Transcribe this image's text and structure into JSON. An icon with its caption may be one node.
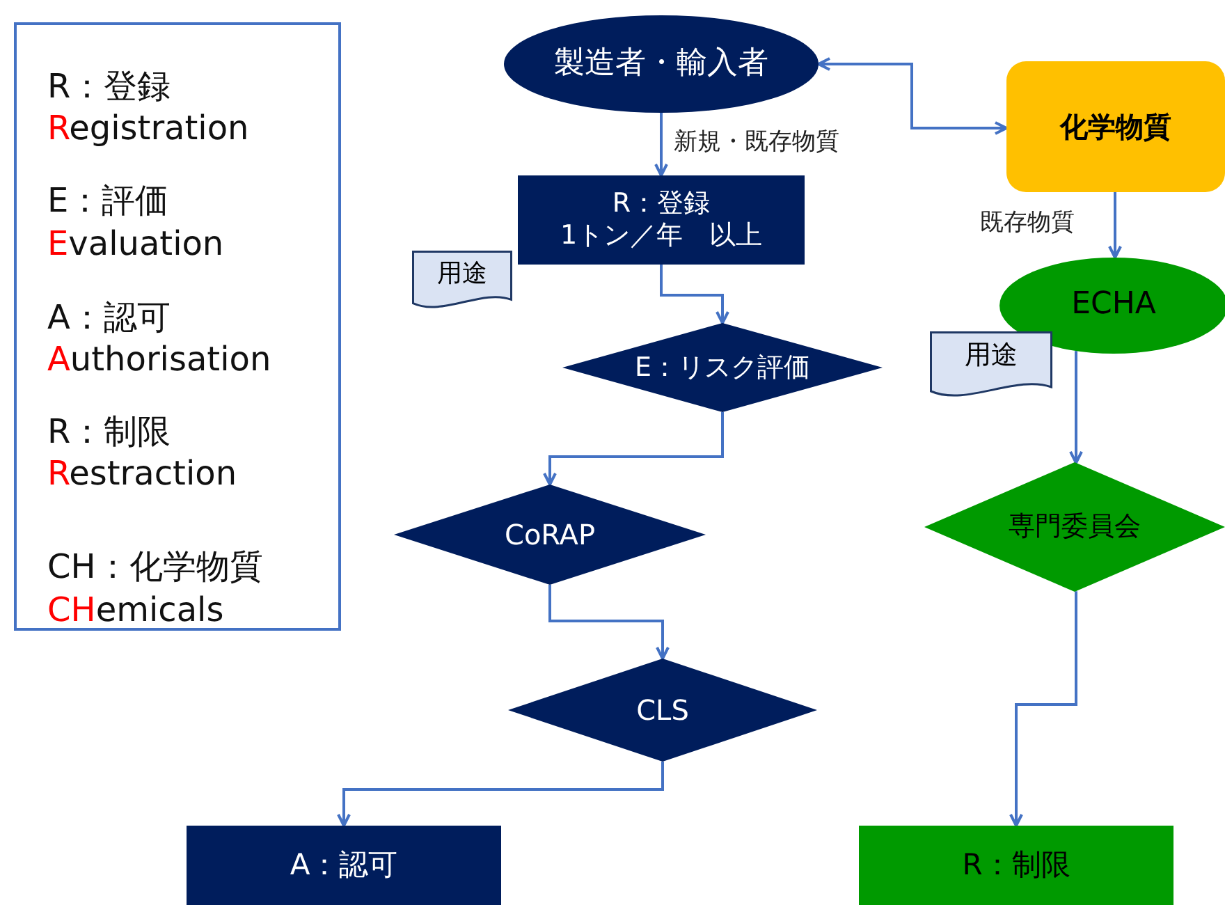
{
  "diagram": {
    "nodes": [
      {
        "text": [
          "R：登録",
          "Registration",
          "E：評価",
          "Evaluation",
          "A：認可",
          "Authorisation",
          "R：制限",
          "Restraction",
          "CH：化学物質",
          "CHemicals"
        ]
      },
      {
        "text": [
          "製造者・輸入者"
        ]
      },
      {
        "text": [
          "化学物質"
        ]
      },
      {
        "text": [
          "R：登録",
          "1トン／年　以上"
        ]
      },
      {
        "text": [
          "用途"
        ]
      },
      {
        "text": [
          "E：リスク評価"
        ]
      },
      {
        "text": [
          "ECHA"
        ]
      },
      {
        "text": [
          "用途"
        ]
      },
      {
        "text": [
          "CoRAP"
        ]
      },
      {
        "text": [
          "専門委員会"
        ]
      },
      {
        "text": [
          "CLS"
        ]
      },
      {
        "text": [
          "A：認可"
        ]
      },
      {
        "text": [
          "R：制限"
        ]
      }
    ],
    "edges": [
      {
        "from": 1,
        "to": 3,
        "arrow": "to",
        "label": "新規・既存物質"
      },
      {
        "from": 1,
        "to": 2,
        "arrow": "both"
      },
      {
        "from": 2,
        "to": 6,
        "arrow": "to",
        "label": "既存物質"
      },
      {
        "from": 3,
        "to": 5,
        "arrow": "to"
      },
      {
        "from": 5,
        "to": 8,
        "arrow": "to"
      },
      {
        "from": 8,
        "to": 10,
        "arrow": "to"
      },
      {
        "from": 10,
        "to": 11,
        "arrow": "to"
      },
      {
        "from": 6,
        "to": 9,
        "arrow": "to"
      },
      {
        "from": 9,
        "to": 12,
        "arrow": "to"
      }
    ]
  }
}
